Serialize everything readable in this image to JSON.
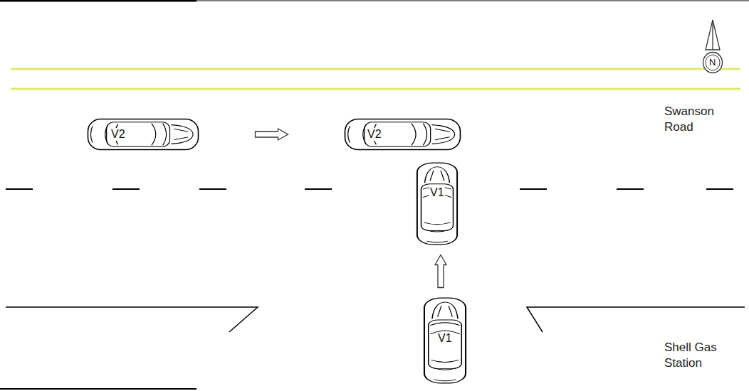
{
  "diagram": {
    "nodes": [
      {
        "text": [
          "N"
        ]
      },
      {
        "text": [
          "V2"
        ]
      },
      {
        "text": [
          "V2"
        ]
      },
      {
        "text": [
          "V1"
        ]
      },
      {
        "text": [
          "V1"
        ]
      }
    ],
    "edges": [
      {
        "from": 1,
        "to": 2,
        "arrow": "to"
      },
      {
        "from": 4,
        "to": 3,
        "arrow": "to"
      }
    ],
    "labels": [
      "Swanson Road",
      "Shell Gas Station"
    ]
  }
}
